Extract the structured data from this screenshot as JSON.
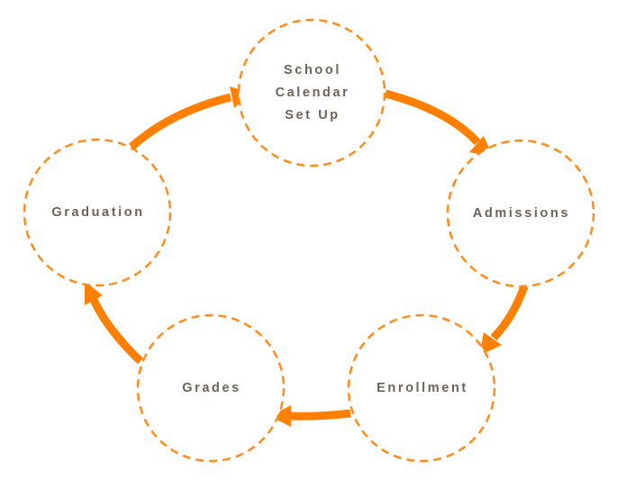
{
  "diagram": {
    "type": "cycle",
    "accent_color": "#ff7f00",
    "circle_border_color": "#ff8c1a",
    "text_color": "#6f6259",
    "nodes": [
      {
        "id": "school-calendar-set-up",
        "label": "School\nCalendar\nSet Up"
      },
      {
        "id": "admissions",
        "label": "Admissions"
      },
      {
        "id": "enrollment",
        "label": "Enrollment"
      },
      {
        "id": "grades",
        "label": "Grades"
      },
      {
        "id": "graduation",
        "label": "Graduation"
      }
    ],
    "edges": [
      {
        "from": "school-calendar-set-up",
        "to": "admissions"
      },
      {
        "from": "admissions",
        "to": "enrollment"
      },
      {
        "from": "enrollment",
        "to": "grades"
      },
      {
        "from": "grades",
        "to": "graduation"
      },
      {
        "from": "graduation",
        "to": "school-calendar-set-up"
      }
    ]
  }
}
